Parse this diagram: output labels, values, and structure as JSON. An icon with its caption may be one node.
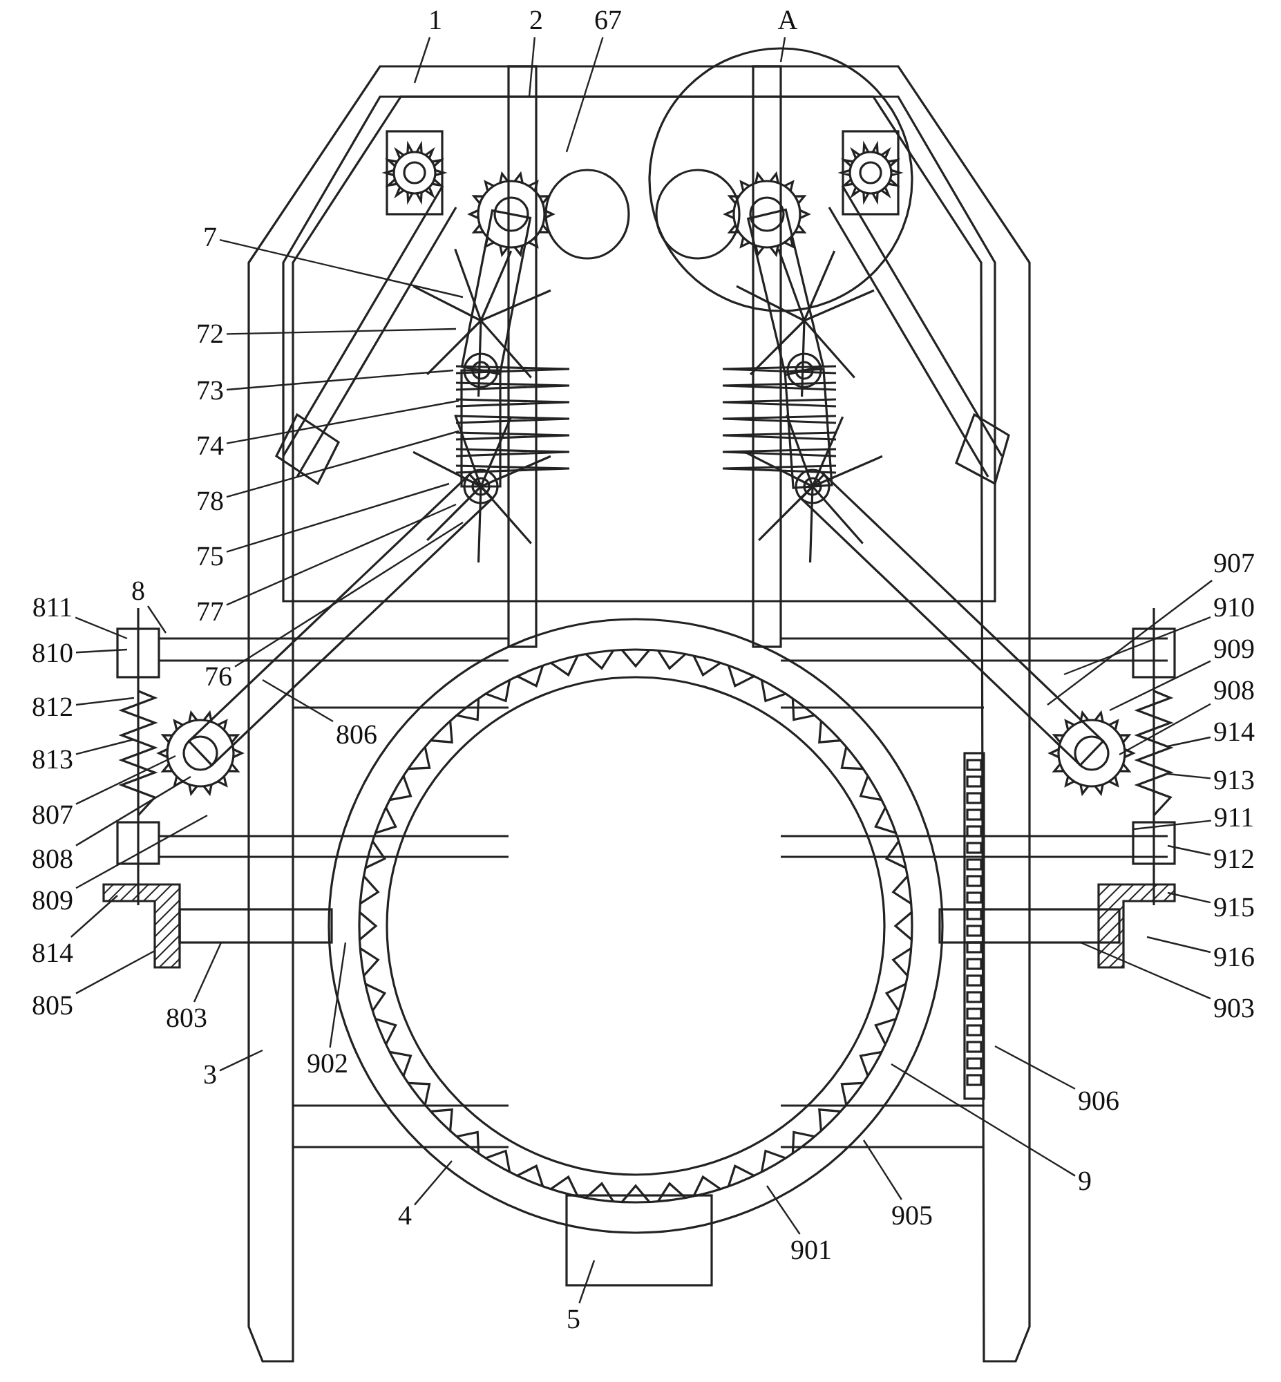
{
  "diagram": {
    "nodes": [
      {
        "text": [
          "1"
        ]
      },
      {
        "text": [
          "2"
        ]
      },
      {
        "text": [
          "67"
        ]
      },
      {
        "text": [
          "A"
        ]
      },
      {
        "text": [
          "7"
        ]
      },
      {
        "text": [
          "72"
        ]
      },
      {
        "text": [
          "73"
        ]
      },
      {
        "text": [
          "74"
        ]
      },
      {
        "text": [
          "78"
        ]
      },
      {
        "text": [
          "75"
        ]
      },
      {
        "text": [
          "77"
        ]
      },
      {
        "text": [
          "76"
        ]
      },
      {
        "text": [
          "8"
        ]
      },
      {
        "text": [
          "811"
        ]
      },
      {
        "text": [
          "810"
        ]
      },
      {
        "text": [
          "812"
        ]
      },
      {
        "text": [
          "813"
        ]
      },
      {
        "text": [
          "807"
        ]
      },
      {
        "text": [
          "808"
        ]
      },
      {
        "text": [
          "809"
        ]
      },
      {
        "text": [
          "814"
        ]
      },
      {
        "text": [
          "805"
        ]
      },
      {
        "text": [
          "803"
        ]
      },
      {
        "text": [
          "806"
        ]
      },
      {
        "text": [
          "3"
        ]
      },
      {
        "text": [
          "902"
        ]
      },
      {
        "text": [
          "4"
        ]
      },
      {
        "text": [
          "5"
        ]
      },
      {
        "text": [
          "901"
        ]
      },
      {
        "text": [
          "905"
        ]
      },
      {
        "text": [
          "9"
        ]
      },
      {
        "text": [
          "906"
        ]
      },
      {
        "text": [
          "903"
        ]
      },
      {
        "text": [
          "916"
        ]
      },
      {
        "text": [
          "915"
        ]
      },
      {
        "text": [
          "912"
        ]
      },
      {
        "text": [
          "911"
        ]
      },
      {
        "text": [
          "913"
        ]
      },
      {
        "text": [
          "914"
        ]
      },
      {
        "text": [
          "908"
        ]
      },
      {
        "text": [
          "909"
        ]
      },
      {
        "text": [
          "910"
        ]
      },
      {
        "text": [
          "907"
        ]
      }
    ],
    "edges": [
      {
        "from": 0,
        "to": null,
        "arrow": "none"
      },
      {
        "from": 1,
        "to": null,
        "arrow": "none"
      },
      {
        "from": 2,
        "to": null,
        "arrow": "none"
      },
      {
        "from": 3,
        "to": null,
        "arrow": "none"
      },
      {
        "from": 4,
        "to": null,
        "arrow": "none"
      },
      {
        "from": 5,
        "to": null,
        "arrow": "none"
      },
      {
        "from": 6,
        "to": null,
        "arrow": "none"
      },
      {
        "from": 7,
        "to": null,
        "arrow": "none"
      },
      {
        "from": 8,
        "to": null,
        "arrow": "none"
      },
      {
        "from": 9,
        "to": null,
        "arrow": "none"
      },
      {
        "from": 10,
        "to": null,
        "arrow": "none"
      },
      {
        "from": 11,
        "to": null,
        "arrow": "none"
      },
      {
        "from": 12,
        "to": null,
        "arrow": "none"
      },
      {
        "from": 13,
        "to": null,
        "arrow": "none"
      },
      {
        "from": 14,
        "to": null,
        "arrow": "none"
      },
      {
        "from": 15,
        "to": null,
        "arrow": "none"
      },
      {
        "from": 16,
        "to": null,
        "arrow": "none"
      },
      {
        "from": 17,
        "to": null,
        "arrow": "none"
      },
      {
        "from": 18,
        "to": null,
        "arrow": "none"
      },
      {
        "from": 19,
        "to": null,
        "arrow": "none"
      },
      {
        "from": 20,
        "to": null,
        "arrow": "none"
      },
      {
        "from": 21,
        "to": null,
        "arrow": "none"
      },
      {
        "from": 22,
        "to": null,
        "arrow": "none"
      },
      {
        "from": 23,
        "to": null,
        "arrow": "none"
      },
      {
        "from": 24,
        "to": null,
        "arrow": "none"
      },
      {
        "from": 25,
        "to": null,
        "arrow": "none"
      },
      {
        "from": 26,
        "to": null,
        "arrow": "none"
      },
      {
        "from": 27,
        "to": null,
        "arrow": "none"
      },
      {
        "from": 28,
        "to": null,
        "arrow": "none"
      },
      {
        "from": 29,
        "to": null,
        "arrow": "none"
      },
      {
        "from": 30,
        "to": null,
        "arrow": "none"
      },
      {
        "from": 31,
        "to": null,
        "arrow": "none"
      },
      {
        "from": 32,
        "to": null,
        "arrow": "none"
      },
      {
        "from": 33,
        "to": null,
        "arrow": "none"
      },
      {
        "from": 34,
        "to": null,
        "arrow": "none"
      },
      {
        "from": 35,
        "to": null,
        "arrow": "none"
      },
      {
        "from": 36,
        "to": null,
        "arrow": "none"
      },
      {
        "from": 37,
        "to": null,
        "arrow": "none"
      },
      {
        "from": 38,
        "to": null,
        "arrow": "none"
      },
      {
        "from": 39,
        "to": null,
        "arrow": "none"
      },
      {
        "from": 40,
        "to": null,
        "arrow": "none"
      },
      {
        "from": 41,
        "to": null,
        "arrow": "none"
      },
      {
        "from": 42,
        "to": null,
        "arrow": "none"
      }
    ]
  }
}
